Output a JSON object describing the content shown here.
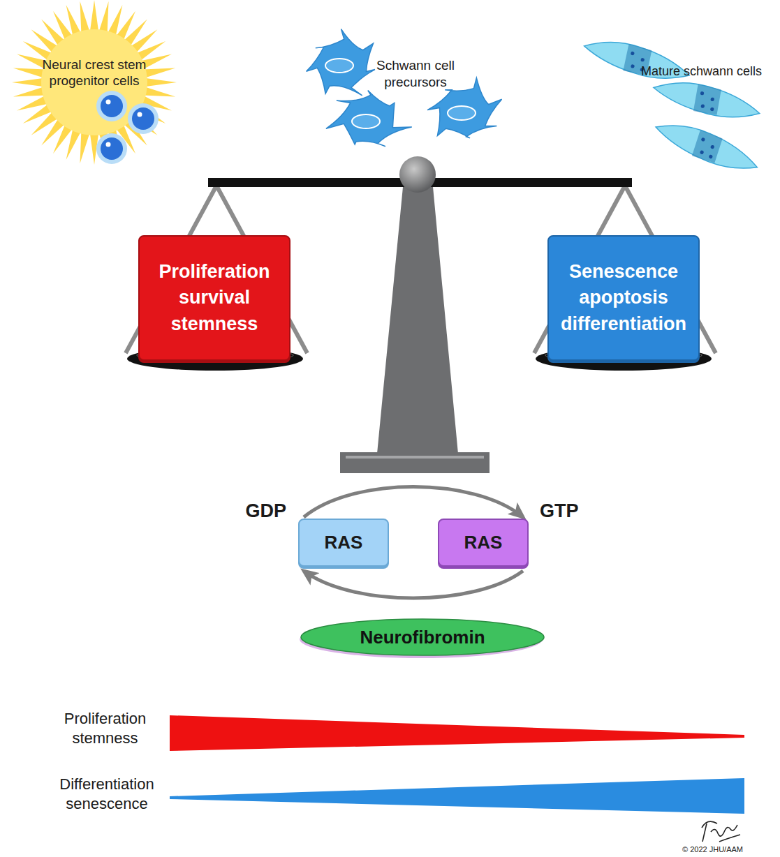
{
  "diagram": {
    "nodes": [
      {
        "text": [
          "Neural crest stem progenitor cells"
        ]
      },
      {
        "text": [
          "Proliferation survival stemness"
        ]
      },
      {
        "text": [
          "Senescence apoptosis differentiation"
        ]
      },
      {
        "text": [
          "RAS"
        ]
      },
      {
        "text": [
          "RAS"
        ]
      },
      {
        "text": [
          "Neurofibromin"
        ]
      }
    ],
    "edges": [
      {
        "from": 3,
        "to": 4,
        "arrow": "to"
      },
      {
        "from": 4,
        "to": 3,
        "arrow": "to"
      }
    ],
    "labels": [
      "Schwann cell precursors",
      "Mature schwann cells",
      "GDP",
      "GTP",
      "Proliferation stemness",
      "Differentiation senescence",
      "© 2022 JHU/AAM"
    ]
  }
}
